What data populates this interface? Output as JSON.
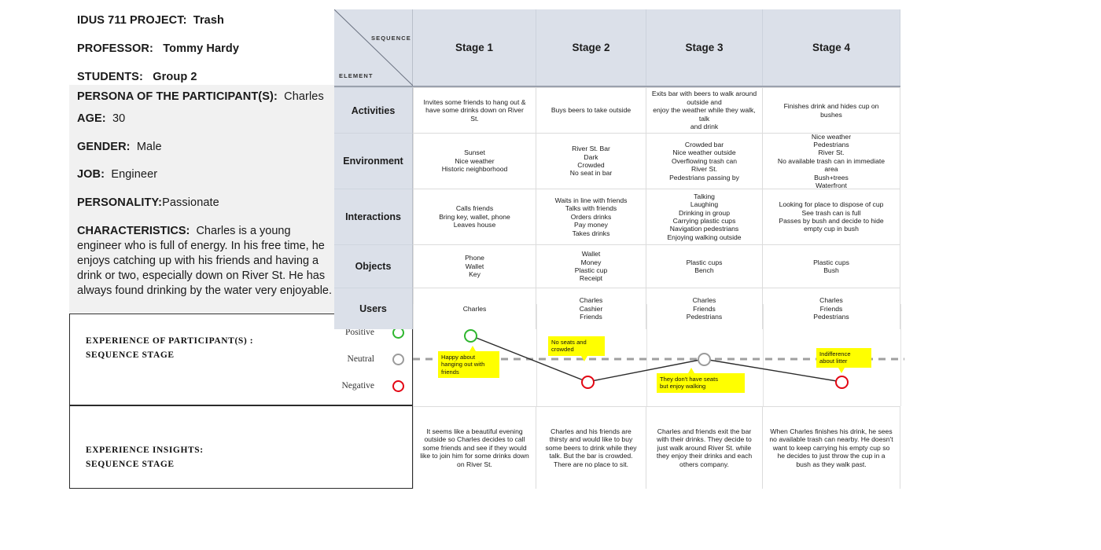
{
  "persona": {
    "project_label": "IDUS 711 PROJECT:",
    "project_value": "Trash",
    "professor_label": "PROFESSOR:",
    "professor_value": "Tommy Hardy",
    "students_label": "STUDENTS:",
    "students_value": "Group 2",
    "persona_label": "PERSONA OF THE PARTICIPANT(S):",
    "persona_value": "Charles",
    "age_label": "AGE:",
    "age_value": "30",
    "gender_label": "GENDER:",
    "gender_value": "Male",
    "job_label": "JOB:",
    "job_value": "Engineer",
    "personality_label": "PERSONALITY:",
    "personality_value": "Passionate",
    "characteristics_label": "CHARACTERISTICS:",
    "characteristics_value": "Charles is a young engineer who is full of energy. In his free time, he enjoys catching up with his friends and having a drink or two, especially down on River St. He has always found drinking by the water very enjoyable."
  },
  "grid": {
    "corner": {
      "sequence_label": "SEQUENCE",
      "element_label": "ELEMENT"
    },
    "stages": [
      "Stage 1",
      "Stage 2",
      "Stage 3",
      "Stage 4"
    ],
    "rows": [
      {
        "label": "Activities",
        "cells": [
          "Invites some friends to hang out &\nhave some drinks down on River\nSt.",
          "Buys beers to take outside",
          "Exits bar with beers to walk around\noutside and\nenjoy the weather while they walk, talk\nand drink",
          "Finishes drink and hides cup on\nbushes"
        ]
      },
      {
        "label": "Environment",
        "cells": [
          "Sunset\nNice weather\nHistoric neighborhood",
          "River St. Bar\nDark\nCrowded\nNo seat in bar",
          "Crowded bar\nNice weather outside\nOverflowing trash can\nRiver St.\nPedestrians passing by",
          "Nice weather\nPedestrians\nRiver St.\nNo available trash can in immediate\narea\nBush+trees\nWaterfront"
        ]
      },
      {
        "label": "Interactions",
        "cells": [
          "Calls friends\nBring key, wallet, phone\nLeaves house",
          "Waits in line with friends\nTalks with friends\nOrders drinks\nPay money\nTakes drinks",
          "Talking\nLaughing\nDrinking in group\nCarrying plastic cups\nNavigation pedestrians\nEnjoying walking outside",
          "Looking for place to dispose of cup\nSee trash can is full\nPasses by bush and decide to hide\nempty cup in bush"
        ]
      },
      {
        "label": "Objects",
        "cells": [
          "Phone\nWallet\nKey",
          "Wallet\nMoney\nPlastic cup\nReceipt",
          "Plastic cups\nBench",
          "Plastic cups\nBush"
        ]
      },
      {
        "label": "Users",
        "cells": [
          "Charles",
          "Charles\nCashier\nFriends",
          "Charles\nFriends\nPedestrians",
          "Charles\nFriends\nPedestrians"
        ]
      }
    ]
  },
  "experience": {
    "title_line1": "EXPERIENCE OF PARTICIPANT(S) :",
    "title_line2": "SEQUENCE STAGE",
    "legend": [
      {
        "label": "Positive",
        "color": "#2fb62f"
      },
      {
        "label": "Neutral",
        "color": "#9b9b9b"
      },
      {
        "label": "Negative",
        "color": "#e30613"
      }
    ]
  },
  "insights": {
    "title_line1": "EXPERIENCE INSIGHTS:",
    "title_line2": "SEQUENCE STAGE",
    "cells": [
      "It seems like a beautiful evening outside so Charles decides to call some friends and see if they would like to join him for some drinks down on River St.",
      "Charles and his friends are thirsty and would like to buy some beers to drink while they talk. But the bar is crowded. There are no place to sit.",
      "Charles and friends exit the bar with their drinks. They decide to just walk around River St. while they enjoy their drinks and each others company.",
      "When Charles finishes his drink, he sees no available trash can nearby. He doesn't want to keep carrying his empty cup so he decides to just throw the cup in a bush as they walk past."
    ]
  },
  "chart_data": {
    "type": "line",
    "title": "Experience of participant(s) across sequence stages",
    "xlabel": "Sequence stage",
    "ylabel": "Experience",
    "categories": [
      "Stage 1",
      "Stage 2",
      "Stage 3",
      "Stage 4"
    ],
    "y_levels": {
      "positive": 1,
      "neutral": 0,
      "negative": -1
    },
    "ylim": [
      -1,
      1
    ],
    "grid": false,
    "legend_position": "left-panel",
    "points": [
      {
        "stage": "Stage 1",
        "sentiment": "positive",
        "value": 1,
        "color": "#2fb62f",
        "annotation": "Happy about\nhanging out with\nfriends"
      },
      {
        "stage": "Stage 2",
        "sentiment": "negative",
        "value": -1,
        "color": "#e30613",
        "annotation": "No seats and\ncrowded"
      },
      {
        "stage": "Stage 3",
        "sentiment": "neutral",
        "value": 0,
        "color": "#9b9b9b",
        "annotation": "They don't have seats\nbut enjoy walking"
      },
      {
        "stage": "Stage 4",
        "sentiment": "negative",
        "value": -1,
        "color": "#e30613",
        "annotation": "Indifference\nabout litter"
      }
    ],
    "baseline": {
      "label": "Neutral",
      "style": "dashed",
      "color": "#a0a0a0"
    }
  }
}
